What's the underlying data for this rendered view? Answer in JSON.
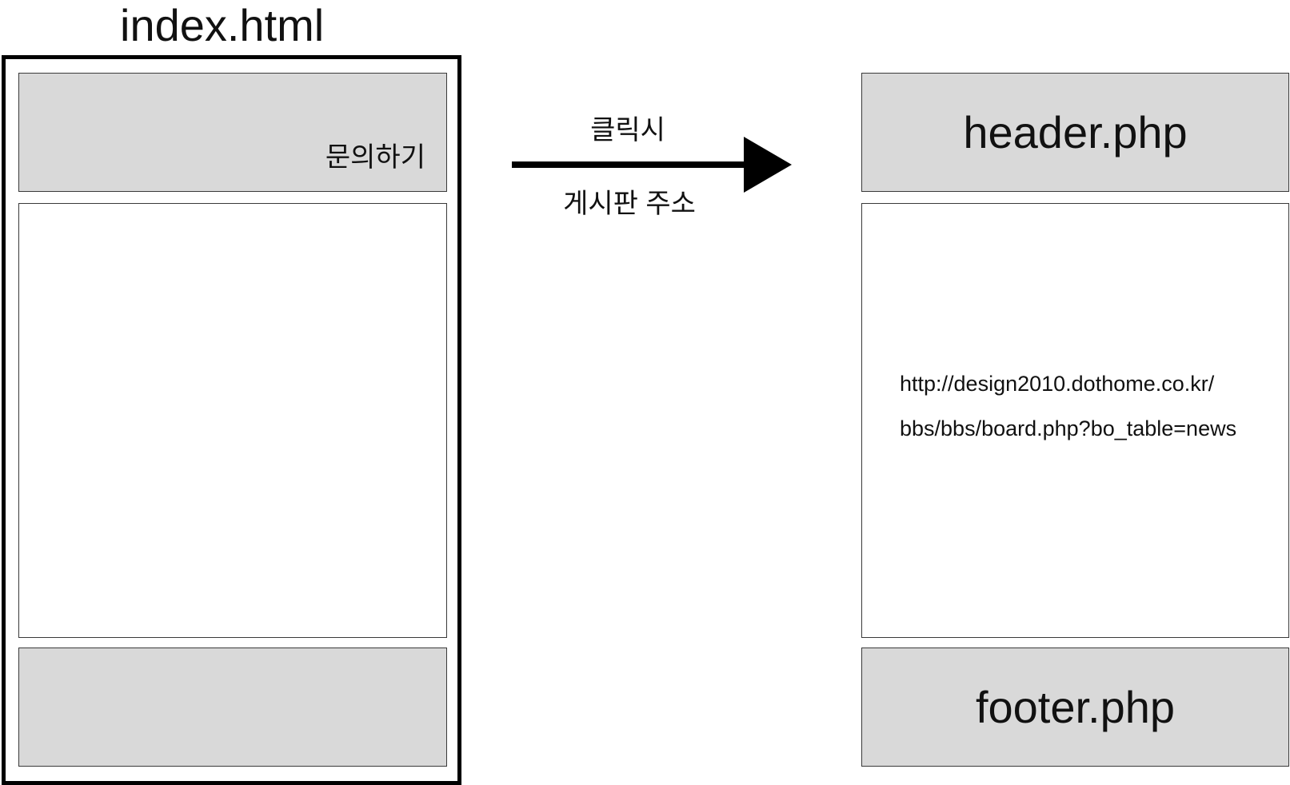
{
  "left": {
    "title": "index.html",
    "header_link": "문의하기"
  },
  "arrow": {
    "top_label": "클릭시",
    "bottom_label": "게시판 주소"
  },
  "right": {
    "header_label": "header.php",
    "url_line_1": "http://design2010.dothome.co.kr/",
    "url_line_2": "bbs/bbs/board.php?bo_table=news",
    "footer_label": "footer.php"
  }
}
